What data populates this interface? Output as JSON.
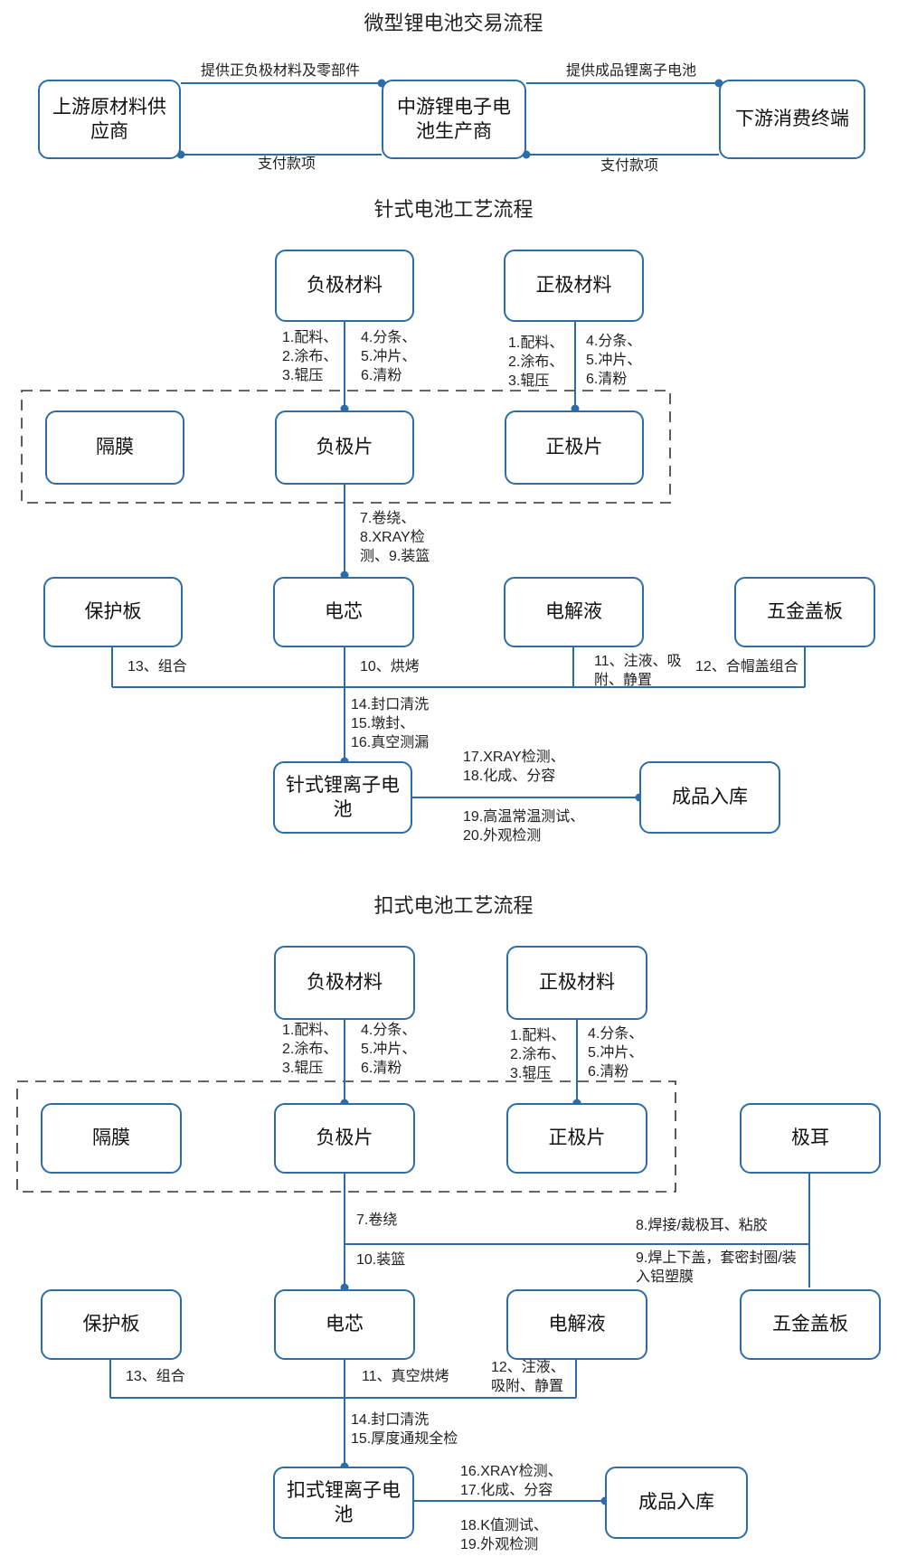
{
  "trade": {
    "title": "微型锂电池交易流程",
    "upstream": "上游原材料供应商",
    "midstream": "中游锂电子电池生产商",
    "downstream": "下游消费终端",
    "label_supply_materials": "提供正负极材料及零部件",
    "label_pay_1": "支付款项",
    "label_supply_battery": "提供成品锂离子电池",
    "label_pay_2": "支付款项"
  },
  "pin": {
    "title": "针式电池工艺流程",
    "neg_material": "负极材料",
    "pos_material": "正极材料",
    "separator": "隔膜",
    "neg_sheet": "负极片",
    "pos_sheet": "正极片",
    "protect_board": "保护板",
    "cell": "电芯",
    "electrolyte": "电解液",
    "metal_cover": "五金盖板",
    "battery": "针式锂离子电池",
    "storage": "成品入库",
    "steps_neg_left": "1.配料、\n2.涂布、\n3.辊压",
    "steps_neg_right": "4.分条、\n5.冲片、\n6.清粉",
    "steps_pos_left": "1.配料、\n2.涂布、\n3.辊压",
    "steps_pos_right": "4.分条、\n5.冲片、\n6.清粉",
    "steps_wind": "7.卷绕、\n8.XRAY检\n测、9.装篮",
    "step_13": "13、组合",
    "step_10": "10、烘烤",
    "step_11": "11、注液、吸\n附、静置",
    "step_12": "12、合帽盖组合",
    "steps_seal": "14.封口清洗\n15.墩封、\n16.真空测漏",
    "steps_test_top": "17.XRAY检测、\n18.化成、分容",
    "steps_test_bottom": "19.高温常温测试、\n20.外观检测"
  },
  "button": {
    "title": "扣式电池工艺流程",
    "neg_material": "负极材料",
    "pos_material": "正极材料",
    "separator": "隔膜",
    "neg_sheet": "负极片",
    "pos_sheet": "正极片",
    "tab": "极耳",
    "protect_board": "保护板",
    "cell": "电芯",
    "electrolyte": "电解液",
    "metal_cover": "五金盖板",
    "battery": "扣式锂离子电池",
    "storage": "成品入库",
    "steps_neg_left": "1.配料、\n2.涂布、\n3.辊压",
    "steps_neg_right": "4.分条、\n5.冲片、\n6.清粉",
    "steps_pos_left": "1.配料、\n2.涂布、\n3.辊压",
    "steps_pos_right": "4.分条、\n5.冲片、\n6.清粉",
    "step_7": "7.卷绕",
    "step_8": "8.焊接/裁极耳、粘胶",
    "step_9": "9.焊上下盖，套密封圈/装\n入铝塑膜",
    "step_10": "10.装篮",
    "step_13": "13、组合",
    "step_11": "11、真空烘烤",
    "step_12": "12、注液、\n吸附、静置",
    "steps_seal": "14.封口清洗\n15.厚度通规全检",
    "steps_test_top": "16.XRAY检测、\n17.化成、分容",
    "steps_test_bottom": "18.K值测试、\n19.外观检测"
  }
}
